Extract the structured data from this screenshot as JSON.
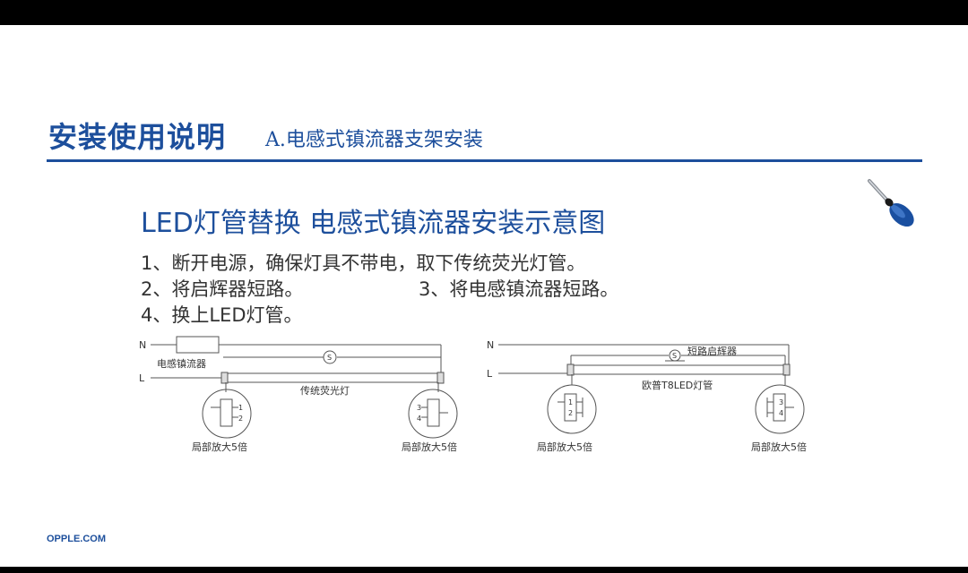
{
  "header": {
    "title": "安装使用说明",
    "subtitle": "A.电感式镇流器支架安装"
  },
  "content": {
    "heading": "LED灯管替换  电感式镇流器安装示意图",
    "step1": "1、断开电源，确保灯具不带电，取下传统荧光灯管。",
    "step2": "2、将启辉器短路。",
    "step3": "3、将电感镇流器短路。",
    "step4": "4、换上LED灯管。"
  },
  "left_diagram": {
    "line_n": "N",
    "line_l": "L",
    "ballast_label": "电感镇流器",
    "starter_symbol": "S",
    "tube_label": "传统荧光灯",
    "zoom_left": "局部放大5倍",
    "zoom_right": "局部放大5倍",
    "pin_1": "1",
    "pin_2": "2",
    "pin_3": "3",
    "pin_4": "4"
  },
  "right_diagram": {
    "line_n": "N",
    "line_l": "L",
    "starter_label": "短路启辉器",
    "starter_symbol": "S",
    "tube_label": "欧普T8LED灯管",
    "zoom_left": "局部放大5倍",
    "zoom_right": "局部放大5倍",
    "pin_1": "1",
    "pin_2": "2",
    "pin_3": "3",
    "pin_4": "4"
  },
  "footer": {
    "site": "OPPLE.COM"
  },
  "colors": {
    "brand_blue": "#1d4f9c",
    "text": "#333333",
    "line": "#555555"
  },
  "icons": {
    "tool": "screwdriver-icon"
  }
}
